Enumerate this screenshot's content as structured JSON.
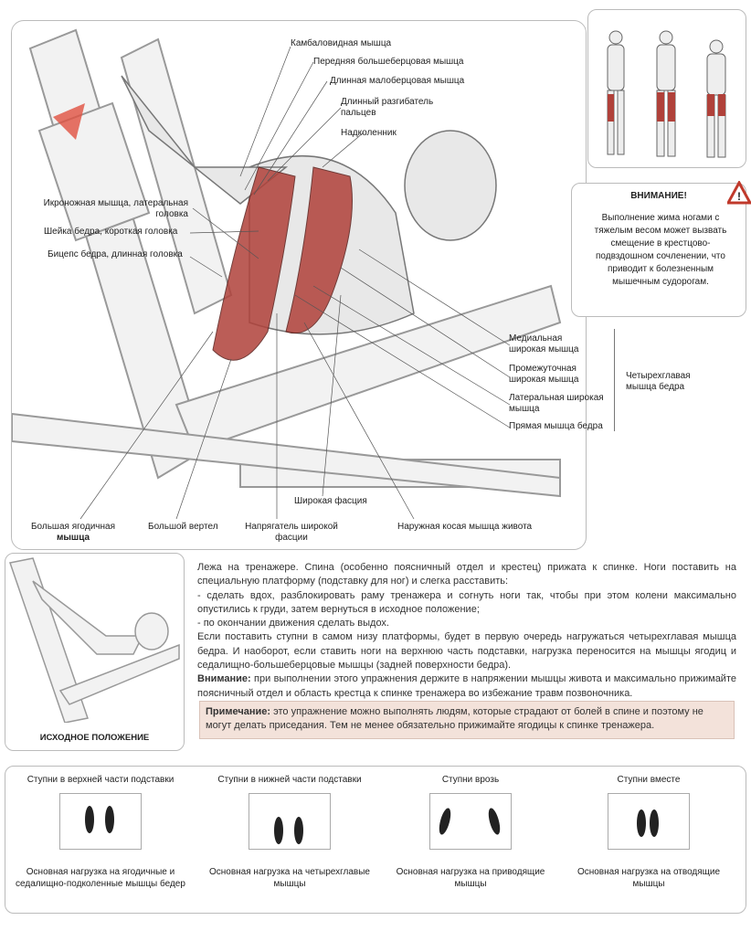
{
  "labels": {
    "soleus": "Камбаловидная мышца",
    "tibialis_anterior": "Передняя большеберцовая мышца",
    "peroneus_longus": "Длинная малоберцовая мышца",
    "extensor_digitorum_1": "Длинный разгибатель",
    "extensor_digitorum_2": "пальцев",
    "patella": "Надколенник",
    "gastrocnemius_1": "Икроножная мышца, латеральная",
    "gastrocnemius_2": "головка",
    "biceps_short": "Шейка бедра, короткая головка",
    "biceps_long": "Бицепс бедра, длинная головка",
    "vastus_medialis_1": "Медиальная",
    "vastus_medialis_2": "широкая мышца",
    "vastus_intermedius_1": "Промежуточная",
    "vastus_intermedius_2": "широкая мышца",
    "vastus_lateralis_1": "Латеральная широкая",
    "vastus_lateralis_2": "мышца",
    "rectus_femoris": "Прямая мышца бедра",
    "quadriceps_1": "Четырехглавая",
    "quadriceps_2": "мышца бедра",
    "fascia_lata": "Широкая фасция",
    "gluteus_1": "Большая ягодичная",
    "gluteus_2": "мышца",
    "trochanter": "Большой вертел",
    "tensor_1": "Напрягатель широкой",
    "tensor_2": "фасции",
    "oblique": "Наружная косая мышца живота"
  },
  "warning": {
    "title": "ВНИМАНИЕ!",
    "text": "Выполнение жима ногами с тяжелым весом может вызвать смещение в крестцово-подвздошном сочленении, что приводит к болезненным мышечным судорогам."
  },
  "start_position": "ИСХОДНОЕ ПОЛОЖЕНИЕ",
  "instructions": {
    "p1": "Лежа на тренажере. Спина (особенно поясничный отдел и крестец) прижата к спинке. Ноги поставить на специальную платформу (подставку для ног) и слегка расставить:",
    "p2": "- сделать вдох, разблокировать раму тренажера и согнуть ноги так, чтобы при этом колени максимально опустились к груди, затем вернуться в исходное положение;",
    "p3": "- по окончании движения сделать выдох.",
    "p4": "Если поставить ступни в самом низу платформы, будет в первую очередь нагружаться четырехглавая мышца бедра. И наоборот, если ставить ноги на верхнюю часть подставки, нагрузка переносится на мышцы ягодиц и седалищно-большеберцовые мышцы (задней поверхности бедра).",
    "attention_label": "Внимание:",
    "attention_text": " при выполнении этого упражнения держите в напряжении мышцы живота и максимально прижимайте поясничный отдел и область крестца к спинке тренажера во избежание травм позвоночника."
  },
  "note": {
    "label": "Примечание:",
    "text": " это упражнение можно выполнять людям, которые страдают от болей в спине и поэтому не могут делать приседания. Тем не менее обязательно прижимайте ягодицы к спинке тренажера."
  },
  "feet": [
    {
      "title": "Ступни в верхней части подставки",
      "caption": "Основная нагрузка на ягодичные и седалищно-подколенные мышцы бедер"
    },
    {
      "title": "Ступни в нижней части подставки",
      "caption": "Основная нагрузка на четырехглавые мышцы"
    },
    {
      "title": "Ступни врозь",
      "caption": "Основная нагрузка на приводящие мышцы"
    },
    {
      "title": "Ступни вместе",
      "caption": "Основная нагрузка на отводящие мышцы"
    }
  ],
  "colors": {
    "muscle": "#b0413a",
    "note_bg": "#f3e2da",
    "warning": "#c0392b"
  }
}
